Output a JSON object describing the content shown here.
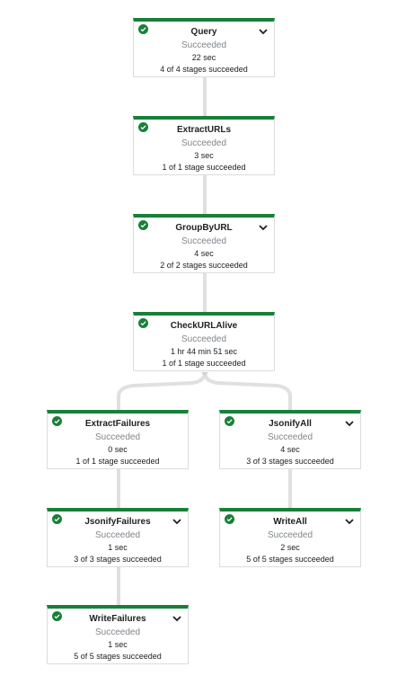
{
  "colors": {
    "success": "#188038",
    "edge": "#e0e0e0",
    "border": "#dadce0",
    "status_text": "#80868b"
  },
  "steps": {
    "query": {
      "title": "Query",
      "status": "Succeeded",
      "duration": "22 sec",
      "stages": "4 of 4 stages succeeded",
      "icon": "check-circle-icon",
      "expandable": true
    },
    "extract_urls": {
      "title": "ExtractURLs",
      "status": "Succeeded",
      "duration": "3 sec",
      "stages": "1 of 1 stage succeeded",
      "icon": "check-circle-icon",
      "expandable": false
    },
    "group_by_url": {
      "title": "GroupByURL",
      "status": "Succeeded",
      "duration": "4 sec",
      "stages": "2 of 2 stages succeeded",
      "icon": "check-circle-icon",
      "expandable": true
    },
    "check_url_alive": {
      "title": "CheckURLAlive",
      "status": "Succeeded",
      "duration": "1 hr 44 min 51 sec",
      "stages": "1 of 1 stage succeeded",
      "icon": "check-circle-icon",
      "expandable": false
    },
    "extract_failures": {
      "title": "ExtractFailures",
      "status": "Succeeded",
      "duration": "0 sec",
      "stages": "1 of 1 stage succeeded",
      "icon": "check-circle-icon",
      "expandable": false
    },
    "jsonify_all": {
      "title": "JsonifyAll",
      "status": "Succeeded",
      "duration": "4 sec",
      "stages": "3 of 3 stages succeeded",
      "icon": "check-circle-icon",
      "expandable": true
    },
    "jsonify_failures": {
      "title": "JsonifyFailures",
      "status": "Succeeded",
      "duration": "1 sec",
      "stages": "3 of 3 stages succeeded",
      "icon": "check-circle-icon",
      "expandable": true
    },
    "write_all": {
      "title": "WriteAll",
      "status": "Succeeded",
      "duration": "2 sec",
      "stages": "5 of 5 stages succeeded",
      "icon": "check-circle-icon",
      "expandable": true
    },
    "write_failures": {
      "title": "WriteFailures",
      "status": "Succeeded",
      "duration": "1 sec",
      "stages": "5 of 5 stages succeeded",
      "icon": "check-circle-icon",
      "expandable": true
    }
  }
}
